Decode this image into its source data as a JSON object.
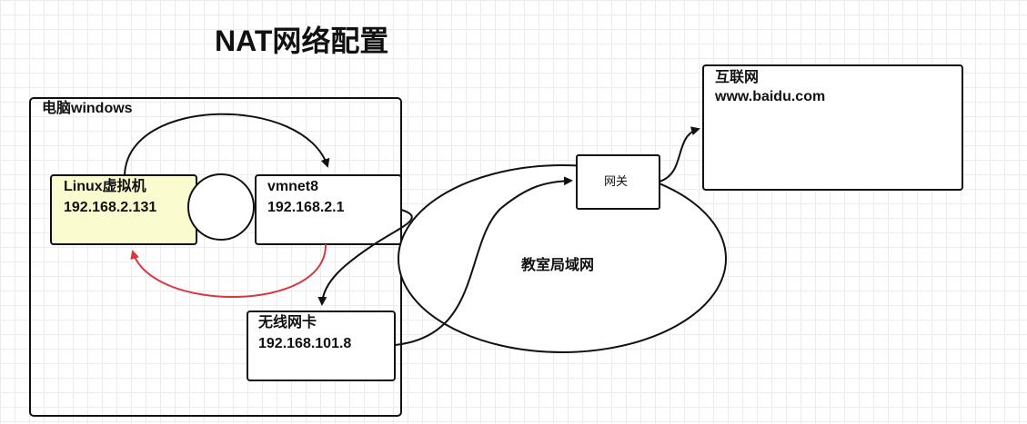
{
  "title": "NAT网络配置",
  "nodes": {
    "host_pc": {
      "label": "电脑windows"
    },
    "linux_vm": {
      "name": "Linux虚拟机",
      "ip": "192.168.2.131",
      "fill": "#fbfbd0"
    },
    "vmnet8": {
      "name": "vmnet8",
      "ip": "192.168.2.1"
    },
    "wireless_nic": {
      "name": "无线网卡",
      "ip": "192.168.101.8"
    },
    "lan": {
      "label": "教室局域网"
    },
    "gateway": {
      "label": "网关"
    },
    "internet": {
      "name": "互联网",
      "url": "www.baidu.com"
    }
  },
  "colors": {
    "stroke": "#111111",
    "return_arrow": "#d9363e"
  }
}
